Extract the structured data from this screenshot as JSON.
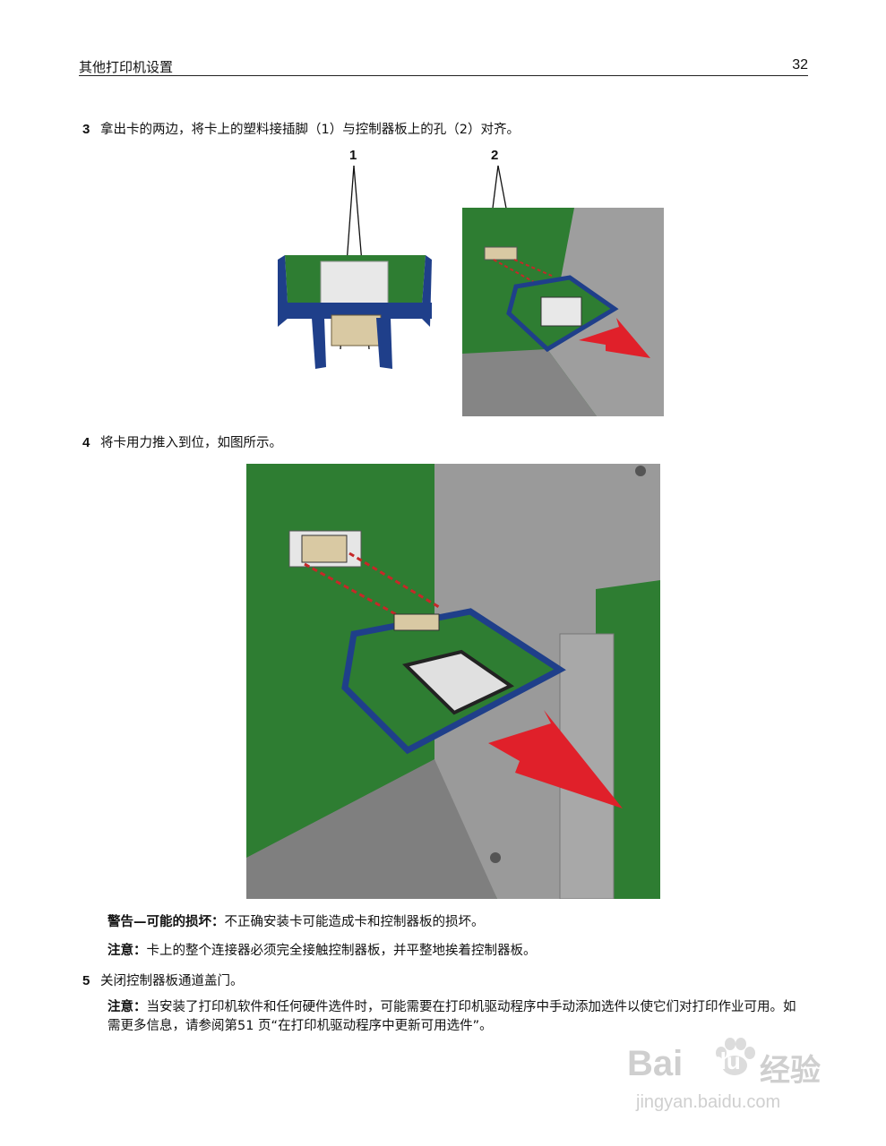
{
  "header": {
    "title": "其他打印机设置",
    "page_number": "32"
  },
  "step3": {
    "number": "3",
    "text": "拿出卡的两边，将卡上的塑料接插脚（1）与控制器板上的孔（2）对齐。"
  },
  "figure1": {
    "callout_1": "1",
    "callout_2": "2"
  },
  "step4": {
    "number": "4",
    "text": "将卡用力推入到位，如图所示。"
  },
  "warning": {
    "label": "警告—可能的损坏：",
    "text": "不正确安装卡可能造成卡和控制器板的损坏。"
  },
  "note1": {
    "label": "注意：",
    "text": "卡上的整个连接器必须完全接触控制器板，并平整地挨着控制器板。"
  },
  "step5": {
    "number": "5",
    "text": "关闭控制器板通道盖门。"
  },
  "note2": {
    "label": "注意：",
    "text": "当安装了打印机软件和任何硬件选件时，可能需要在打印机驱动程序中手动添加选件以使它们对打印作业可用。如需更多信息，请参阅第51 页“在打印机驱动程序中更新可用选件”。"
  },
  "watermark": {
    "brand": "Bai",
    "brand2": "du",
    "brand_cn": "经验",
    "url": "jingyan.baidu.com"
  },
  "colors": {
    "board_green": "#2e7d32",
    "frame_gray": "#9e9e9e",
    "bracket_blue": "#1f3f8a",
    "arrow_red": "#e0202a"
  }
}
